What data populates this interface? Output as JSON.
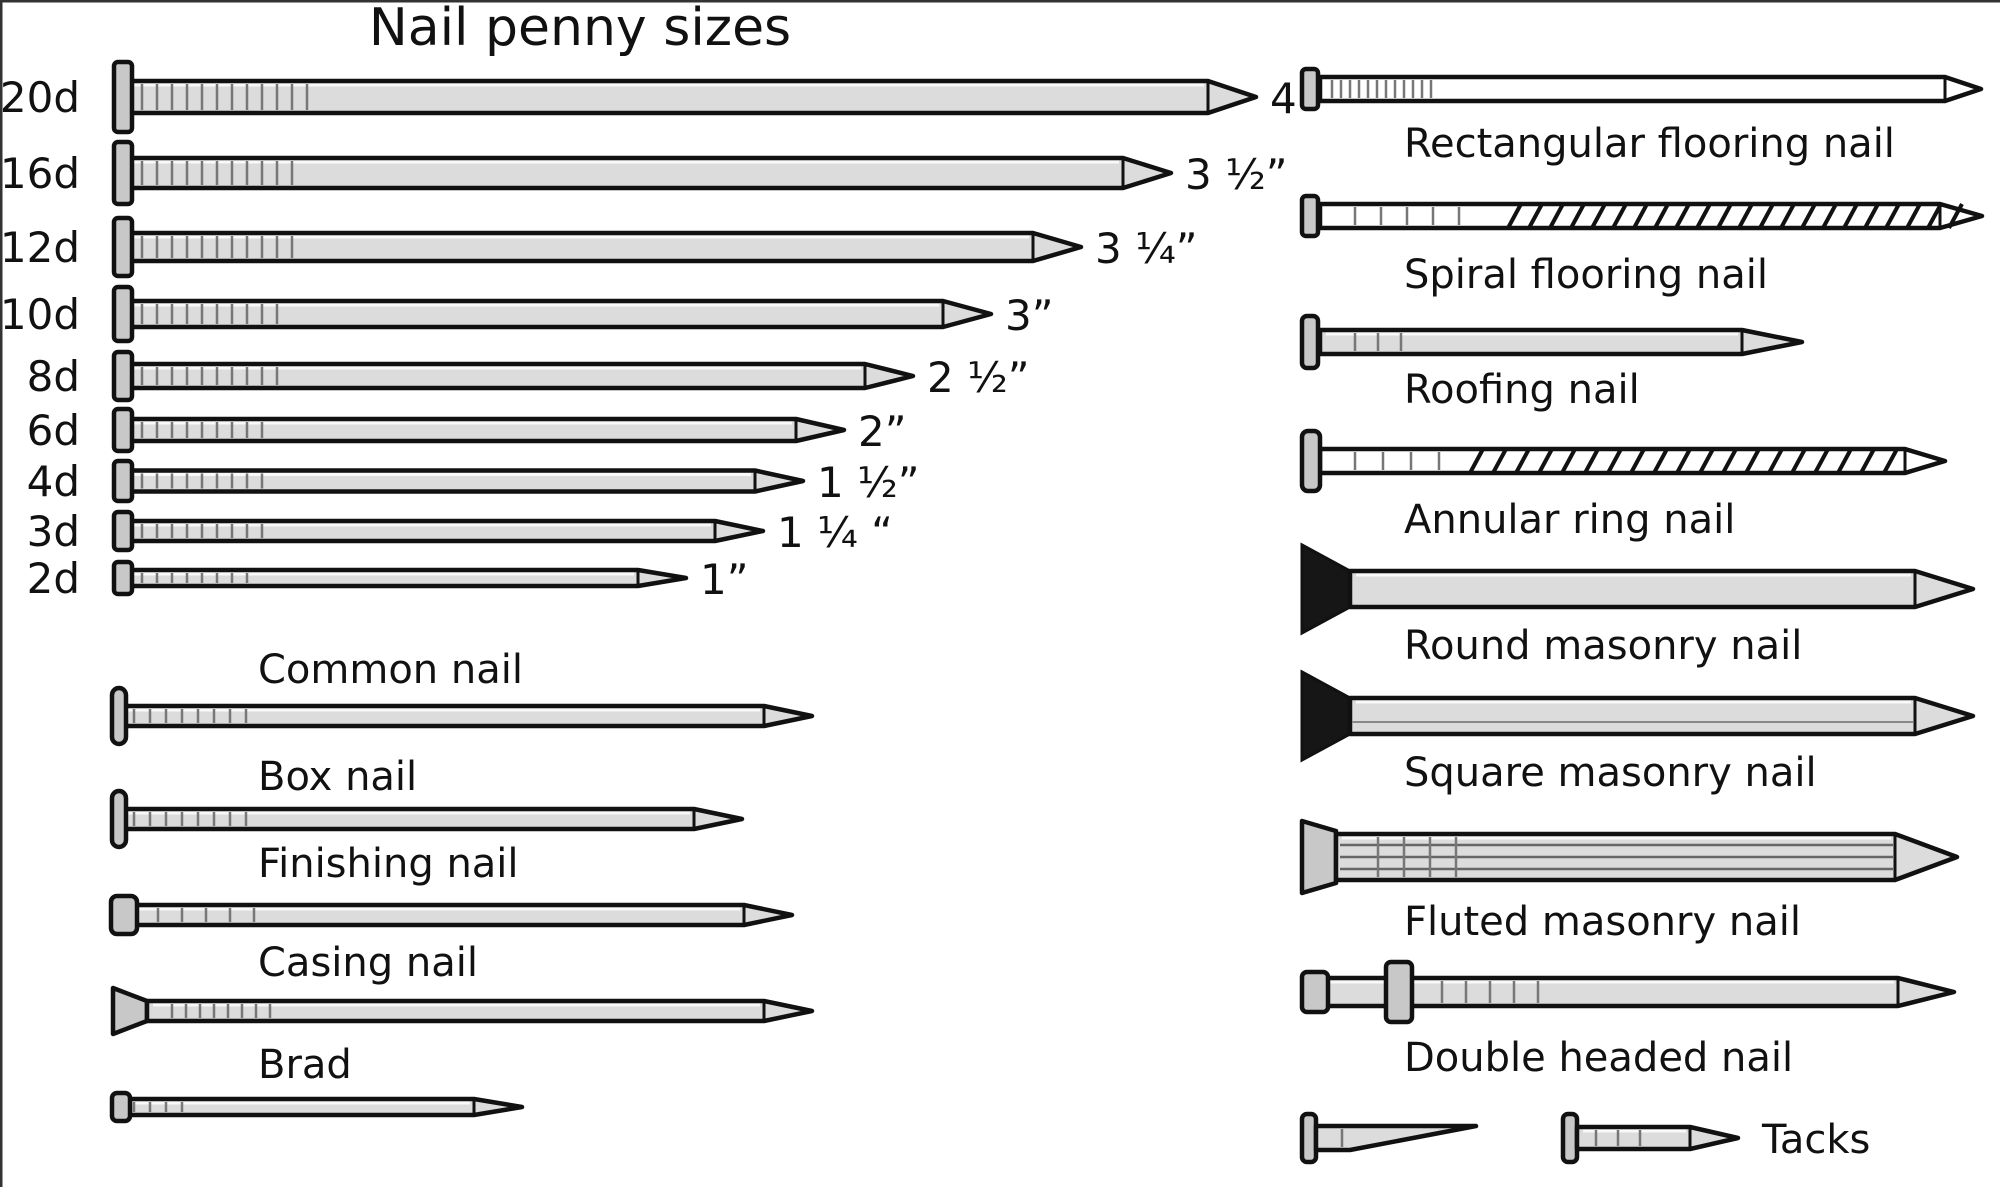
{
  "title": "Nail penny sizes",
  "penny_sizes": [
    {
      "penny": "20d",
      "length": "4”"
    },
    {
      "penny": "16d",
      "length": "3 ½”"
    },
    {
      "penny": "12d",
      "length": "3 ¼”"
    },
    {
      "penny": "10d",
      "length": "3”"
    },
    {
      "penny": "8d",
      "length": "2 ½”"
    },
    {
      "penny": "6d",
      "length": "2”"
    },
    {
      "penny": "4d",
      "length": "1 ½”"
    },
    {
      "penny": "3d",
      "length": "1 ¼ “"
    },
    {
      "penny": "2d",
      "length": "1”"
    }
  ],
  "nail_types_left": [
    {
      "label": "Common nail"
    },
    {
      "label": "Box nail"
    },
    {
      "label": "Finishing nail"
    },
    {
      "label": "Casing nail"
    },
    {
      "label": "Brad"
    }
  ],
  "nail_types_right": [
    {
      "label": "Rectangular flooring nail"
    },
    {
      "label": "Spiral flooring nail"
    },
    {
      "label": "Roofing nail"
    },
    {
      "label": "Annular ring nail"
    },
    {
      "label": "Round masonry nail"
    },
    {
      "label": "Square masonry nail"
    },
    {
      "label": "Fluted masonry nail"
    },
    {
      "label": "Double headed nail"
    },
    {
      "label": "Tacks"
    }
  ]
}
